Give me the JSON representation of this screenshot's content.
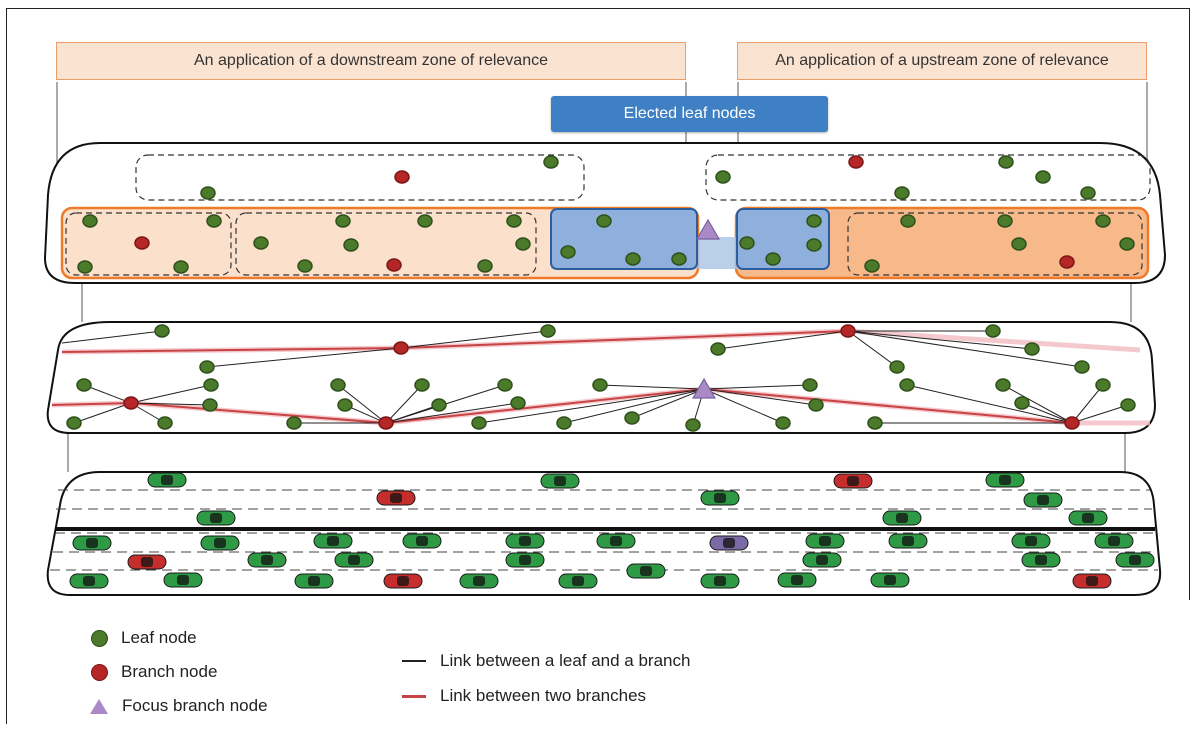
{
  "zones": {
    "downstream_label": "An application of a downstream zone of relevance",
    "upstream_label": "An application of a upstream zone of relevance",
    "elected_label": "Elected leaf nodes"
  },
  "legend": {
    "leaf": "Leaf node",
    "branch": "Branch node",
    "focus": "Focus branch node",
    "leaf_branch_link": "Link between a leaf and a branch",
    "branch_branch_link": "Link between two branches"
  },
  "colors": {
    "leaf": "#4a7a2a",
    "branch": "#b52626",
    "focus": "#a98ac6",
    "zone_fill": "#fbe3d2",
    "zone_border": "#ee7a2a",
    "elected": "#3f7fc3",
    "car_green": "#2f9a45",
    "car_red": "#c62e2e",
    "car_purple": "#7a6aa6",
    "branch_link": "#c84444"
  }
}
